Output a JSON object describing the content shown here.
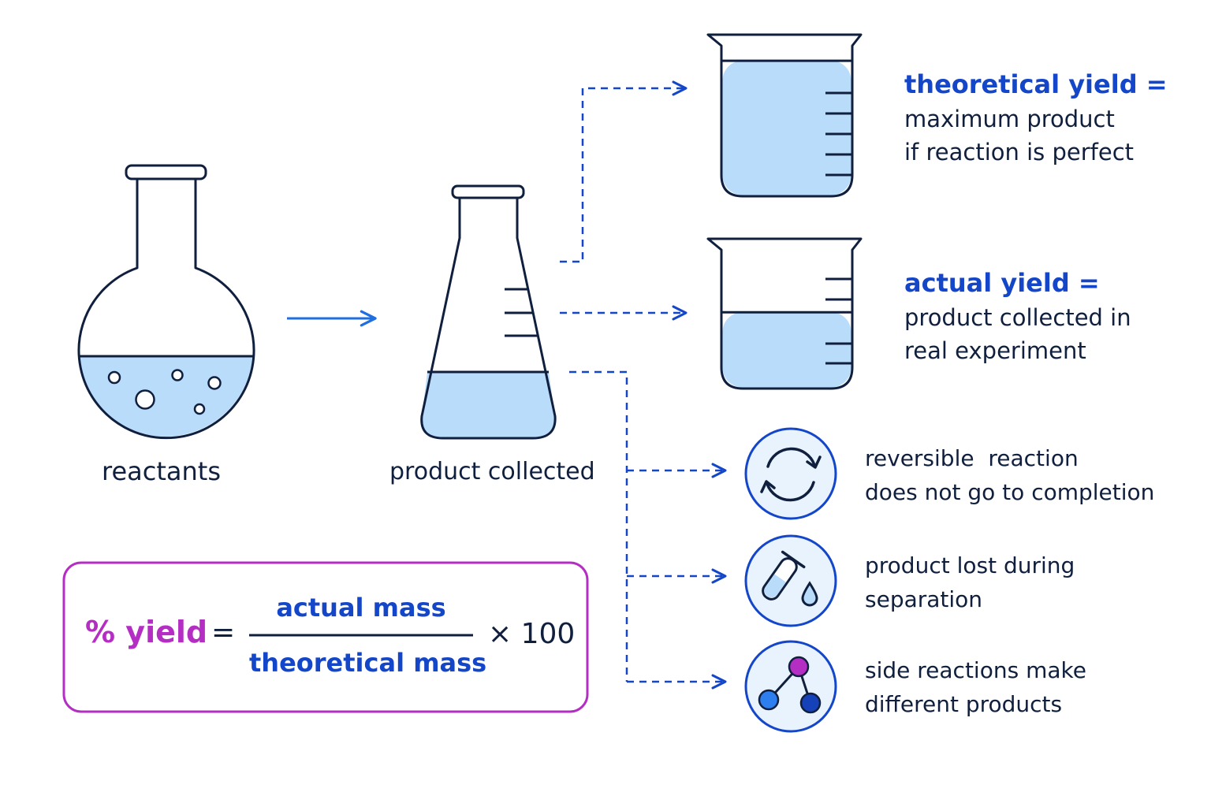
{
  "labels": {
    "reactants": "reactants",
    "product_collected": "product collected"
  },
  "theoretical": {
    "title": "theoretical yield =",
    "line1": "maximum product",
    "line2": "if reaction is perfect"
  },
  "actual": {
    "title": "actual yield =",
    "line1": "product collected in",
    "line2": "real experiment"
  },
  "reasons": [
    {
      "icon": "reversible-arrows-icon",
      "line1": "reversible  reaction",
      "line2": "does not go to completion"
    },
    {
      "icon": "test-tube-drop-icon",
      "line1": "product lost during",
      "line2": "separation"
    },
    {
      "icon": "molecule-branch-icon",
      "line1": "side reactions make",
      "line2": "different products"
    }
  ],
  "formula": {
    "lhs": "% yield",
    "equals": "=",
    "numerator": "actual mass",
    "denominator": "theoretical mass",
    "multiplier": "× 100"
  },
  "colors": {
    "outline": "#0f1f3d",
    "liquid": "#b9dcfb",
    "arrow": "#1f6fe0",
    "dashed": "#1446c9",
    "highlight": "#1446c9",
    "formula_border": "#b52ec4",
    "formula_lhs": "#b52ec4",
    "icon_bg": "#e9f3fe",
    "node_magenta": "#b52ec4",
    "node_blue": "#2d7ff0",
    "node_navy": "#1542b8"
  },
  "beaker_fill_levels": {
    "theoretical": 0.9,
    "actual": 0.55
  }
}
